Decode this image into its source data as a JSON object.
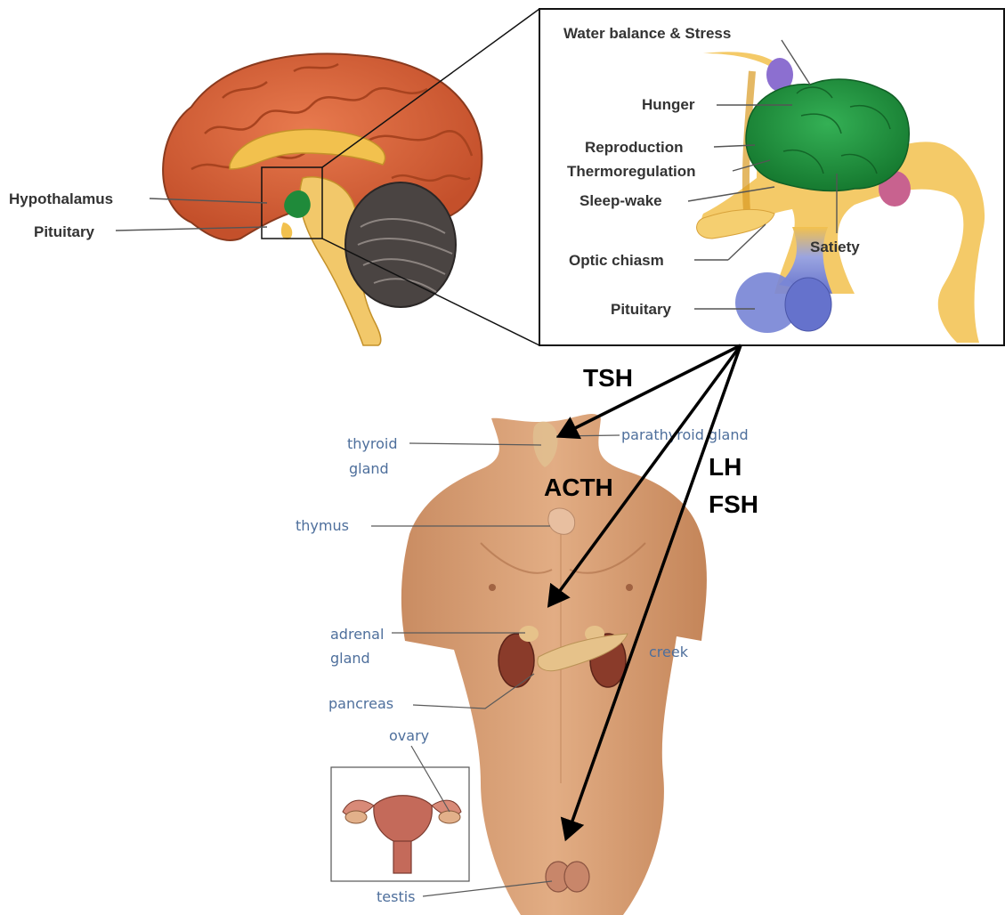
{
  "brain": {
    "labels": {
      "hypothalamus": "Hypothalamus",
      "pituitary": "Pituitary"
    }
  },
  "inset": {
    "labels": {
      "water_balance": "Water balance & Stress",
      "hunger": "Hunger",
      "reproduction": "Reproduction",
      "thermoregulation": "Thermoregulation",
      "sleep_wake": "Sleep-wake",
      "optic_chiasm": "Optic chiasm",
      "pituitary": "Pituitary",
      "satiety": "Satiety"
    }
  },
  "hormones": {
    "tsh": "TSH",
    "acth": "ACTH",
    "lh": "LH",
    "fsh": "FSH"
  },
  "body": {
    "labels": {
      "thyroid_1": "thyroid",
      "thyroid_2": "gland",
      "parathyroid": "parathyroid gland",
      "thymus": "thymus",
      "adrenal_1": "adrenal",
      "adrenal_2": "gland",
      "creek": "creek",
      "pancreas": "pancreas",
      "ovary": "ovary",
      "testis": "testis"
    }
  },
  "colors": {
    "brain": "#d9623a",
    "cerebellum": "#4a4442",
    "hypothalamus": "#1f8a3a",
    "pituitary": "#7a87d6",
    "stalk": "#f2c14e",
    "skin": "#d9a276",
    "kidney": "#8a3b2a"
  }
}
